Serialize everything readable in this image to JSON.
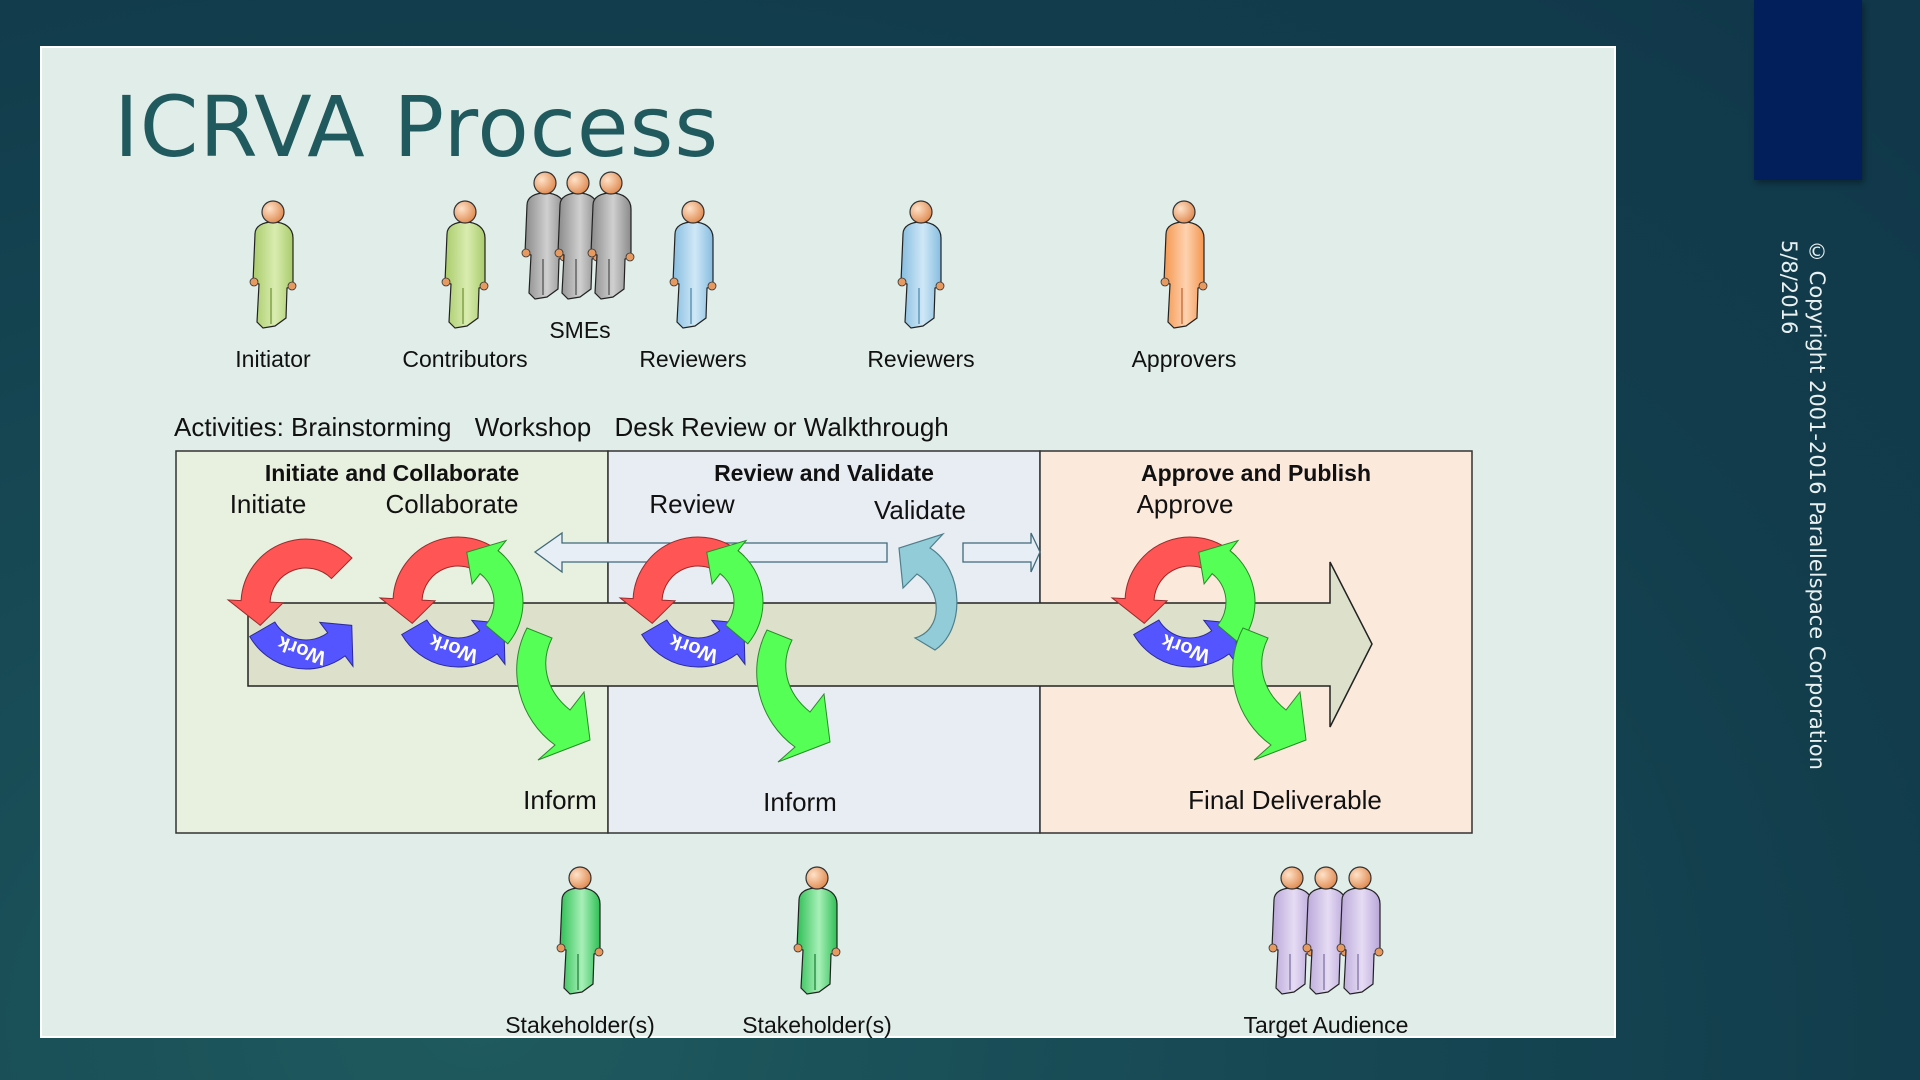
{
  "slide": {
    "title": "ICRVA Process",
    "copyright": "© Copyright 2001-2016 Parallelspace Corporation",
    "date": "5/8/2016"
  },
  "roles_top": [
    {
      "label": "Initiator",
      "color": "green-light",
      "count": 1
    },
    {
      "label": "Contributors",
      "color": "green-light",
      "count": 1
    },
    {
      "label": "SMEs",
      "color": "gray",
      "count": 3
    },
    {
      "label": "Reviewers",
      "color": "blue",
      "count": 1
    },
    {
      "label": "Reviewers",
      "color": "blue",
      "count": 1
    },
    {
      "label": "Approvers",
      "color": "orange",
      "count": 1
    }
  ],
  "activities": {
    "prefix": "Activities:",
    "items": [
      "Brainstorming",
      "Workshop",
      "Desk Review or Walkthrough"
    ]
  },
  "phases": [
    {
      "title": "Initiate and Collaborate",
      "steps": [
        "Initiate",
        "Collaborate"
      ],
      "output": "Inform",
      "fill": "#e8f0df"
    },
    {
      "title": "Review and Validate",
      "steps": [
        "Review",
        "Validate"
      ],
      "output": "Inform",
      "fill": "#e8edf4"
    },
    {
      "title": "Approve and Publish",
      "steps": [
        "Approve"
      ],
      "output": "Final Deliverable",
      "fill": "#fbe9dc"
    }
  ],
  "cycle_label": "Work",
  "roles_bottom": [
    {
      "label": "Stakeholder(s)",
      "color": "green",
      "count": 1
    },
    {
      "label": "Stakeholder(s)",
      "color": "green",
      "count": 1
    },
    {
      "label": "Target Audience",
      "color": "purple",
      "count": 3
    }
  ],
  "colors": {
    "title": "#215a5e",
    "cycle_red": "#ff5555",
    "cycle_green": "#55ff55",
    "cycle_blue": "#5555ff",
    "validate_arrow": "#92ccd8",
    "band": "#dde1cc",
    "deco_bar": "#021f5c"
  }
}
